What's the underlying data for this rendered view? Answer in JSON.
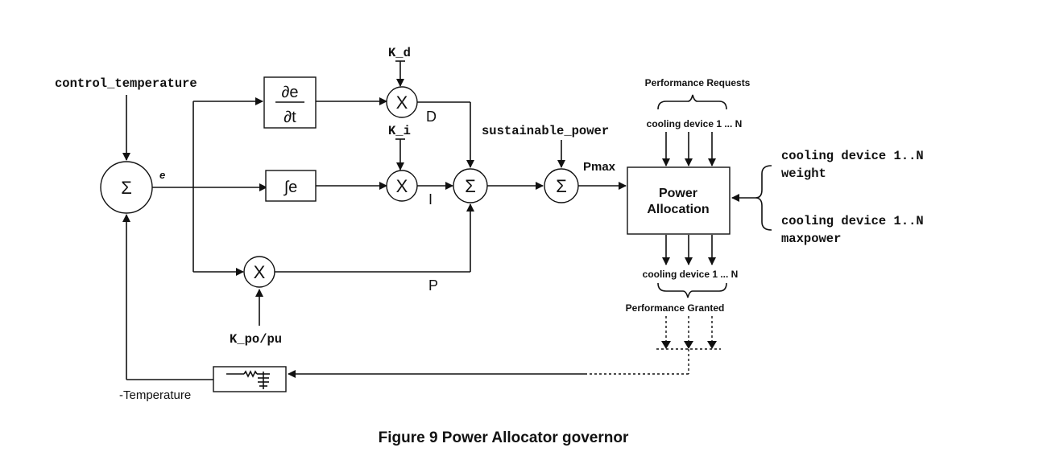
{
  "inputs": {
    "control_temperature": "control_temperature",
    "k_d": "K_d",
    "k_i": "K_i",
    "k_po_pu": "K_po/pu",
    "sustainable_power": "sustainable_power"
  },
  "blocks": {
    "derivative_top": "∂e",
    "derivative_bottom": "∂t",
    "integral": "∫e",
    "sum_symbol": "Σ",
    "multiply_symbol": "X",
    "power_allocation_line1": "Power",
    "power_allocation_line2": "Allocation"
  },
  "signals": {
    "error": "e",
    "d": "D",
    "i": "I",
    "p": "P",
    "pmax": "Pmax",
    "temperature": "-Temperature"
  },
  "labels": {
    "performance_requests": "Performance Requests",
    "cooling_device_in": "cooling device 1 ... N",
    "cooling_device_out": "cooling device  1 ...  N",
    "performance_granted": "Performance Granted",
    "weight_line1": "cooling device 1..N",
    "weight_line2": "weight",
    "maxpower_line1": "cooling device 1..N",
    "maxpower_line2": "maxpower"
  },
  "caption": "Figure 9 Power Allocator governor"
}
